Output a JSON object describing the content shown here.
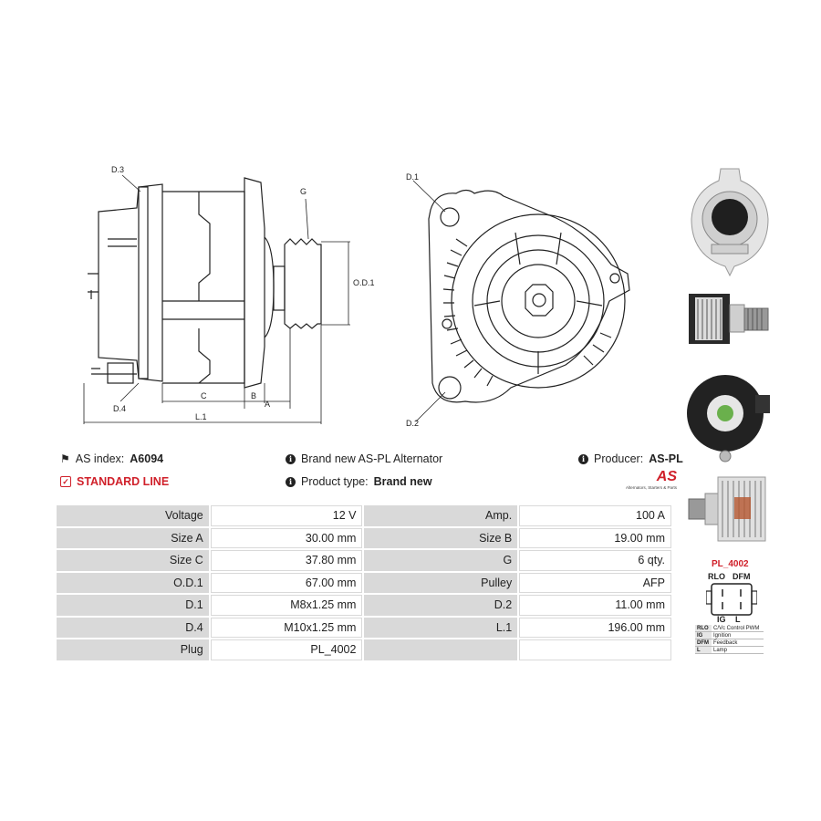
{
  "drawing_labels": {
    "d3": "D.3",
    "d4": "D.4",
    "g": "G",
    "od1": "O.D.1",
    "c": "C",
    "b": "B",
    "a": "A",
    "l1": "L.1",
    "front_d1": "D.1",
    "front_d2": "D.2"
  },
  "info": {
    "as_index_label": "AS index:",
    "as_index_value": "A6094",
    "description": "Brand new AS-PL Alternator",
    "producer_label": "Producer:",
    "producer_value": "AS-PL",
    "standard_line": "STANDARD LINE",
    "product_type_label": "Product type:",
    "product_type_value": "Brand new",
    "logo_text": "AS",
    "logo_tagline": "Alternators, Starters & Parts"
  },
  "spec_rows": [
    {
      "l1": "Voltage",
      "v1": "12 V",
      "l2": "Amp.",
      "v2": "100 A"
    },
    {
      "l1": "Size A",
      "v1": "30.00 mm",
      "l2": "Size B",
      "v2": "19.00 mm"
    },
    {
      "l1": "Size C",
      "v1": "37.80 mm",
      "l2": "G",
      "v2": "6 qty."
    },
    {
      "l1": "O.D.1",
      "v1": "67.00 mm",
      "l2": "Pulley",
      "v2": "AFP"
    },
    {
      "l1": "D.1",
      "v1": "M8x1.25 mm",
      "l2": "D.2",
      "v2": "11.00 mm"
    },
    {
      "l1": "D.4",
      "v1": "M10x1.25 mm",
      "l2": "L.1",
      "v2": "196.00 mm"
    },
    {
      "l1": "Plug",
      "v1": "PL_4002",
      "l2": "",
      "v2": ""
    }
  ],
  "plug": {
    "title": "PL_4002",
    "top_labels": [
      "RLO",
      "DFM"
    ],
    "bottom_labels": [
      "IG",
      "L"
    ],
    "legend": [
      {
        "k": "RLO",
        "v": "C/Vc Control PWM"
      },
      {
        "k": "IG",
        "v": "Ignition"
      },
      {
        "k": "DFM",
        "v": "Feedback"
      },
      {
        "k": "L",
        "v": "Lamp"
      }
    ]
  },
  "colors": {
    "accent": "#d0202a",
    "label_bg": "#d9d9d9"
  }
}
